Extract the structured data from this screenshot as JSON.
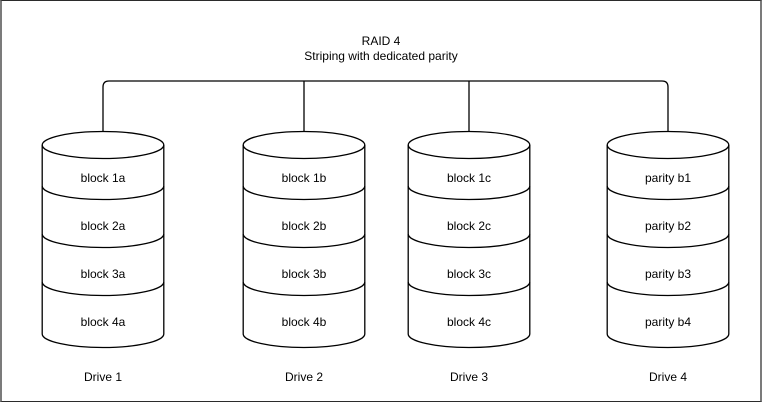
{
  "diagram": {
    "title": "RAID 4",
    "subtitle": "Striping with dedicated parity"
  },
  "drives": [
    {
      "label": "Drive 1",
      "blocks": [
        "block 1a",
        "block 2a",
        "block 3a",
        "block 4a"
      ]
    },
    {
      "label": "Drive 2",
      "blocks": [
        "block 1b",
        "block 2b",
        "block 3b",
        "block 4b"
      ]
    },
    {
      "label": "Drive 3",
      "blocks": [
        "block 1c",
        "block 2c",
        "block 3c",
        "block 4c"
      ]
    },
    {
      "label": "Drive 4",
      "blocks": [
        "parity b1",
        "parity b2",
        "parity b3",
        "parity b4"
      ]
    }
  ],
  "colors": {
    "stroke": "#000000",
    "background": "#ffffff",
    "frame_border": "#7b7b7b"
  }
}
